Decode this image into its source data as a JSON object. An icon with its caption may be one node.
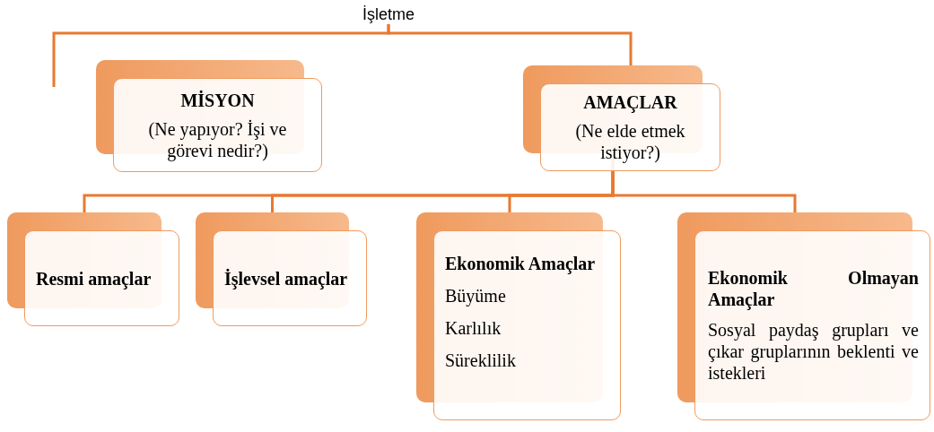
{
  "diagram": {
    "nodes": [
      {
        "text": [
          "İşletme"
        ]
      },
      {
        "text": [
          "MİSYON",
          "(Ne yapıyor? İşi ve görevi nedir?)"
        ]
      },
      {
        "text": [
          "AMAÇLAR",
          "(Ne elde etmek istiyor?)"
        ]
      },
      {
        "text": [
          "Resmi amaçlar"
        ]
      },
      {
        "text": [
          "İşlevsel amaçlar"
        ]
      },
      {
        "text": [
          "Ekonomik Amaçlar",
          "Büyüme",
          "Karlılık",
          "Süreklilik"
        ]
      },
      {
        "text": [
          "Ekonomik Olmayan Amaçlar",
          "Sosyal paydaş grupları ve çıkar gruplarının beklenti ve istekleri"
        ]
      }
    ],
    "edges": [
      {
        "from": 0,
        "to": null,
        "arrow": "none"
      },
      {
        "from": 0,
        "to": 2,
        "arrow": "none"
      },
      {
        "from": 2,
        "to": 3,
        "arrow": "none"
      },
      {
        "from": 2,
        "to": 4,
        "arrow": "none"
      },
      {
        "from": 2,
        "to": 5,
        "arrow": "none"
      },
      {
        "from": 2,
        "to": 6,
        "arrow": "none"
      }
    ]
  }
}
